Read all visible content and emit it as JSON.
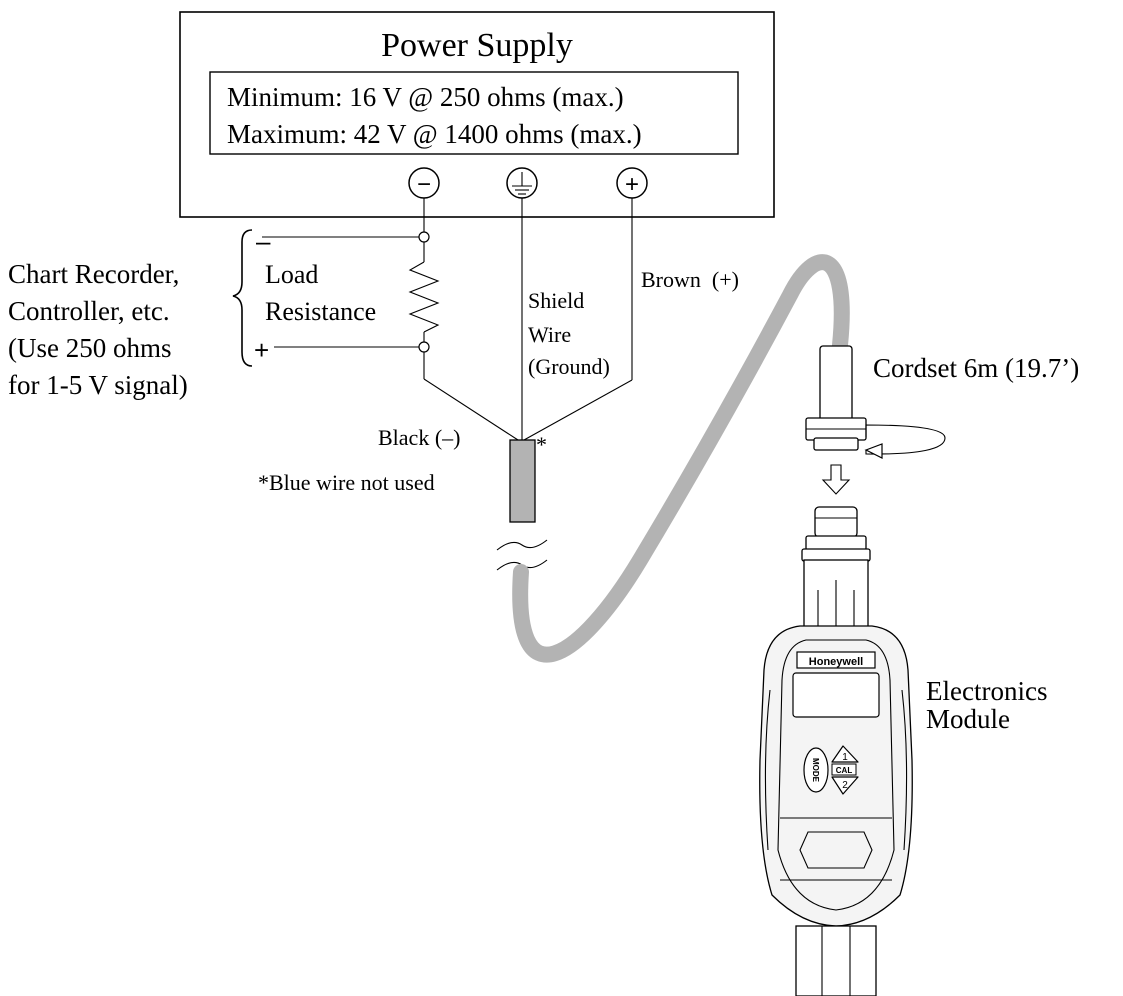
{
  "power_supply": {
    "title": "Power Supply",
    "spec_min": "Minimum: 16 V @ 250 ohms (max.)",
    "spec_max": "Maximum: 42 V @ 1400 ohms (max.)",
    "terminal_minus": "−",
    "terminal_plus": "+"
  },
  "load": {
    "minus_sign": "–",
    "plus_sign": "+",
    "label_line1": "Load",
    "label_line2": "Resistance",
    "device_line1": "Chart Recorder,",
    "device_line2": "Controller, etc.",
    "device_line3": "(Use 250 ohms",
    "device_line4": "for 1-5 V signal)"
  },
  "wires": {
    "shield_line1": "Shield",
    "shield_line2": "Wire",
    "shield_line3": "(Ground)",
    "brown": "Brown  (+)",
    "black": "Black (–)",
    "asterisk": "*",
    "blue_note": "*Blue wire not used"
  },
  "cordset": {
    "label": "Cordset 6m (19.7’)"
  },
  "module": {
    "label_line1": "Electronics",
    "label_line2": "Module",
    "brand": "Honeywell",
    "mode_button": "MODE",
    "button_1": "1",
    "button_cal": "CAL",
    "button_2": "2"
  },
  "colors": {
    "cable": "#b3b3b3",
    "sleeve": "#b3b3b3"
  }
}
